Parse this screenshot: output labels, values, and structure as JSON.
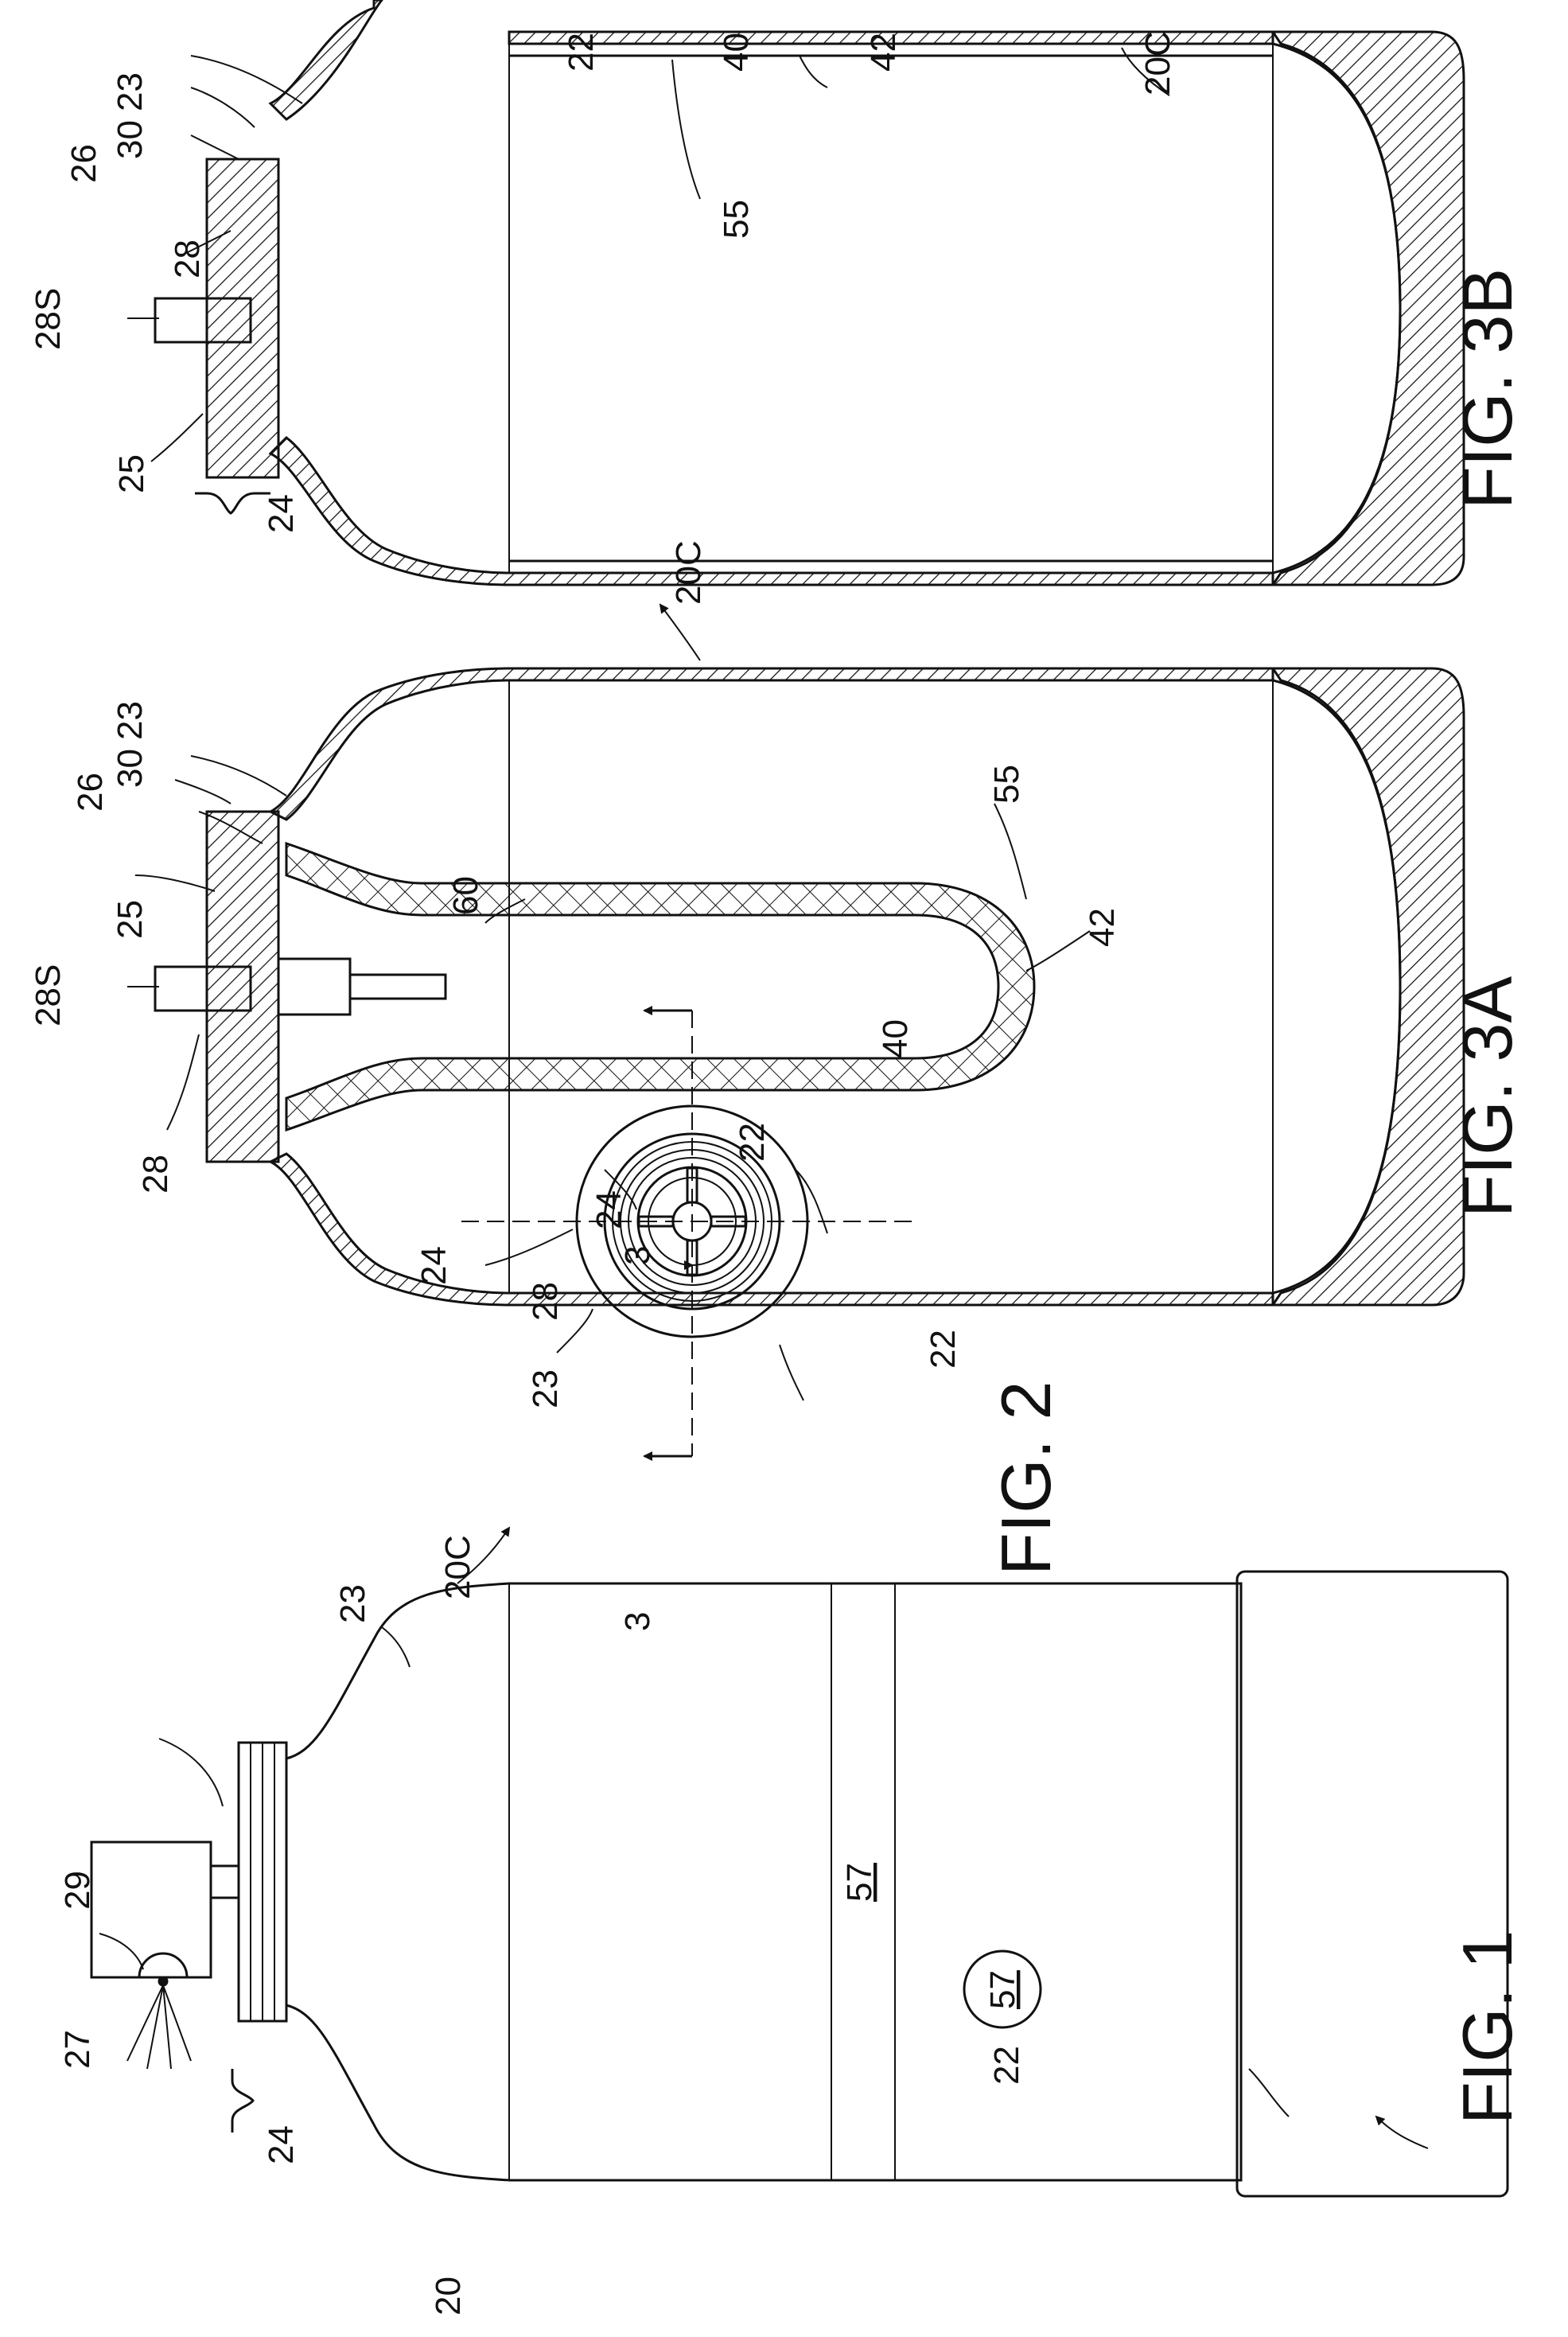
{
  "figures": {
    "fig1": {
      "title": "FIG. 1",
      "labels": {
        "l20": "20",
        "l22": "22",
        "l24": "24",
        "l23": "23",
        "l27": "27",
        "l29": "29",
        "l57a": "57",
        "l57b": "57"
      }
    },
    "fig2": {
      "title": "FIG. 2",
      "labels": {
        "l20c": "20C",
        "l22": "22",
        "l23": "23",
        "l24": "24",
        "l28": "28",
        "s3a": "3",
        "s3b": "3"
      }
    },
    "fig3a": {
      "title": "FIG. 3A",
      "labels": {
        "l24": "24",
        "l28": "28",
        "l28s": "28S",
        "l25": "25",
        "l26": "26",
        "l30": "30",
        "l23": "23",
        "l60": "60",
        "l42": "42",
        "l55": "55",
        "l40": "40",
        "l22": "22",
        "l20c": "20C"
      }
    },
    "fig3b": {
      "title": "FIG. 3B",
      "labels": {
        "l24": "24",
        "l25": "25",
        "l28s": "28S",
        "l28": "28",
        "l26": "26",
        "l30": "30",
        "l23": "23",
        "l22": "22",
        "l40": "40",
        "l42": "42",
        "l55": "55",
        "l20c": "20C"
      }
    }
  }
}
